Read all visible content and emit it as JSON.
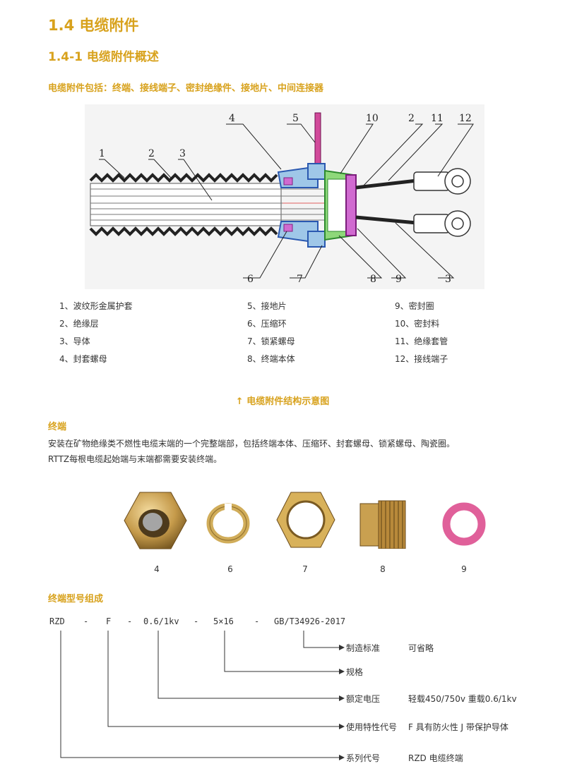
{
  "title": "1.4 电缆附件",
  "subtitle": "1.4-1 电缆附件概述",
  "intro": "电缆附件包括：终端、接线端子、密封绝缘件、接地片、中间连接器",
  "diagram_numbers": [
    "1",
    "2",
    "3",
    "4",
    "5",
    "10",
    "2",
    "11",
    "12",
    "6",
    "7",
    "8",
    "9",
    "3"
  ],
  "legend": {
    "col1": [
      "1、波纹形金属护套",
      "2、绝缘层",
      "3、导体",
      "4、封套螺母"
    ],
    "col2": [
      "5、接地片",
      "6、压缩环",
      "7、锁紧螺母",
      "8、终端本体"
    ],
    "col3": [
      "9、密封圈",
      "10、密封料",
      "11、绝缘套管",
      "12、接线端子"
    ]
  },
  "caption": "↑ 电缆附件结构示意图",
  "terminal": {
    "heading": "终端",
    "line1": "安装在矿物绝缘类不燃性电缆末端的一个完整端部，包括终端本体、压缩环、封套螺母、锁紧螺母、陶瓷圈。",
    "line2": "RTTZ每根电缆起始端与末端都需要安装终端。"
  },
  "parts": [
    "4",
    "6",
    "7",
    "8",
    "9"
  ],
  "model": {
    "heading": "终端型号组成",
    "codes": [
      "RZD",
      "-",
      "F",
      "-",
      "0.6/1kv",
      "-",
      "5×16",
      "-",
      "GB/T34926-2017"
    ],
    "rows": [
      {
        "label": "制造标准",
        "note": "可省略"
      },
      {
        "label": "规格",
        "note": ""
      },
      {
        "label": "额定电压",
        "note": "轻载450/750v   重载0.6/1kv"
      },
      {
        "label": "使用特性代号",
        "note": "F 具有防火性    J 带保护导体"
      },
      {
        "label": "系列代号",
        "note": "RZD 电缆终端"
      }
    ]
  },
  "colors": {
    "accent": "#d8a21d",
    "brass": "#c9a050",
    "pink": "#e0609a"
  }
}
